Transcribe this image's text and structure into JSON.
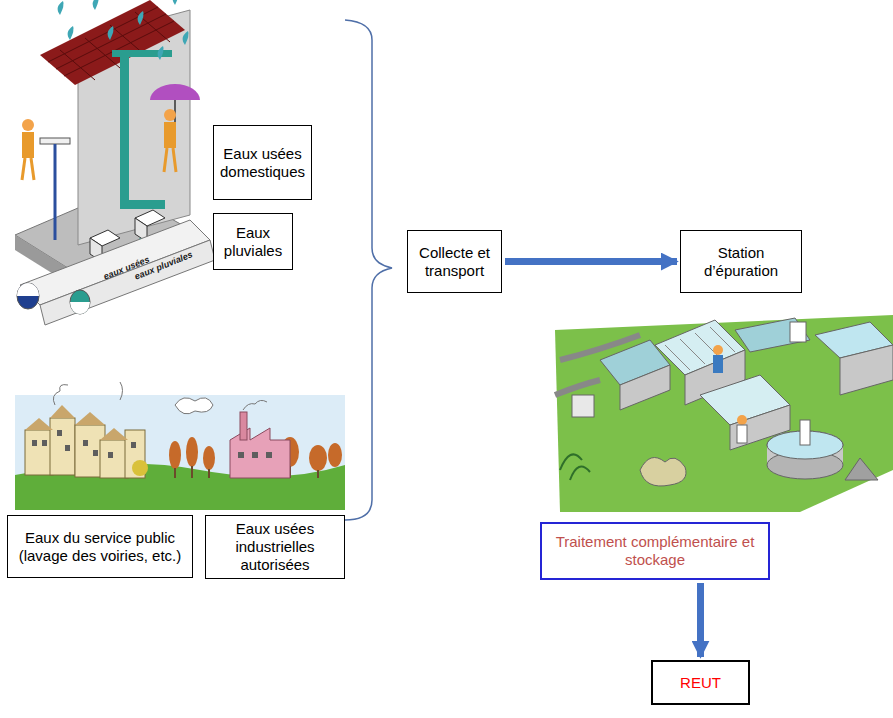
{
  "diagram": {
    "nodes": [
      {
        "text": [
          "Eaux usées domestiques"
        ]
      },
      {
        "text": [
          "Eaux pluviales"
        ]
      },
      {
        "text": [
          "Eaux du service public (lavage des voiries, etc.)"
        ]
      },
      {
        "text": [
          "Eaux usées industrielles autorisées"
        ]
      },
      {
        "text": [
          "Collecte et transport"
        ]
      },
      {
        "text": [
          "Station d’épuration"
        ]
      },
      {
        "text": [
          "Traitement complémentaire et stockage"
        ]
      },
      {
        "text": [
          "REUT"
        ]
      }
    ],
    "edges": [
      {
        "from": 4,
        "to": 5,
        "arrow": "to"
      },
      {
        "from": 6,
        "to": 7,
        "arrow": "to"
      }
    ],
    "labels": [
      "eaux usées",
      "eaux pluviales"
    ]
  }
}
